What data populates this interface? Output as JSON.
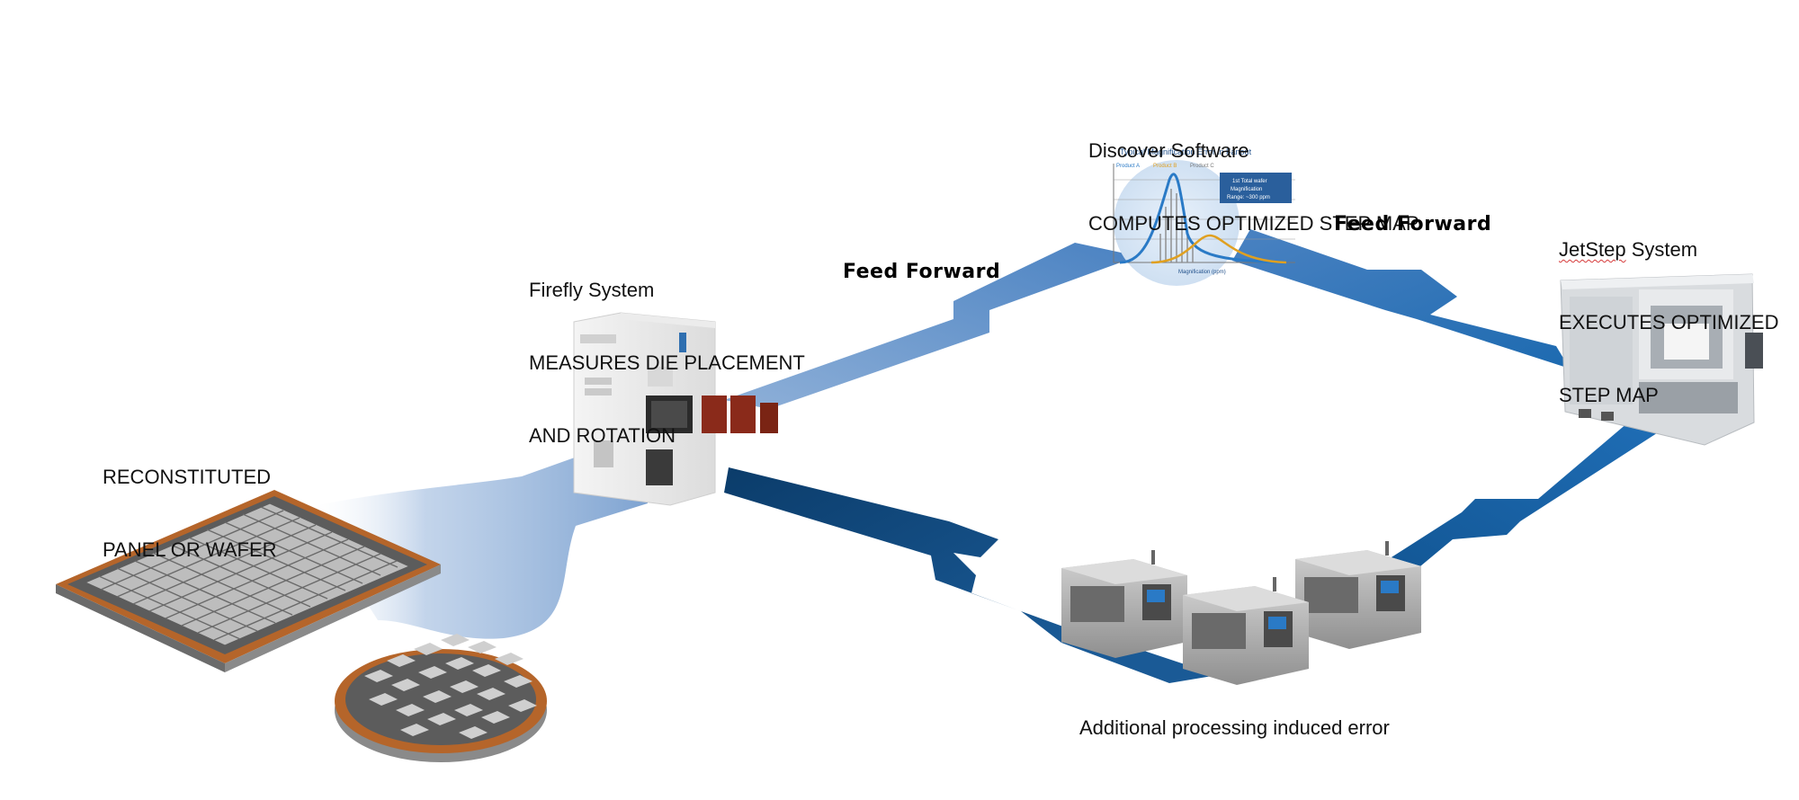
{
  "labels": {
    "panel": {
      "line1": "RECONSTITUTED",
      "line2": "PANEL OR WAFER"
    },
    "firefly": {
      "title": "Firefly System",
      "line1": "MEASURES DIE PLACEMENT",
      "line2": "AND ROTATION"
    },
    "discover": {
      "title": "Discover Software",
      "line1": "COMPUTES OPTIMIZED STEP MAP"
    },
    "jetstep": {
      "title_a": "JetStep",
      "title_b": " System",
      "line1": "EXECUTES OPTIMIZED",
      "line2": "STEP MAP"
    },
    "feed_forward_1": "Feed Forward",
    "feed_forward_2": "Feed Forward",
    "additional": "Additional processing induced error"
  },
  "mini_chart": {
    "title": "Typical Magnification Error in Fanout",
    "legend": [
      "Product A",
      "Product B",
      "Product C"
    ],
    "annotation": [
      "1st Total wafer",
      "Magnification",
      "Range: ~300 ppm"
    ],
    "xlabel": "Magnification (ppm)"
  },
  "icons": [
    "panel-icon",
    "wafer-icon",
    "firefly-machine-icon",
    "jetstep-machine-icon",
    "lathe-machine-icon"
  ],
  "colors": {
    "arrow_light": "#7ea3d1",
    "arrow_mid": "#3f7fc0",
    "arrow_dark": "#0d4a80",
    "wafer_ring": "#b5652a",
    "die_gray": "#9a9a9a"
  }
}
